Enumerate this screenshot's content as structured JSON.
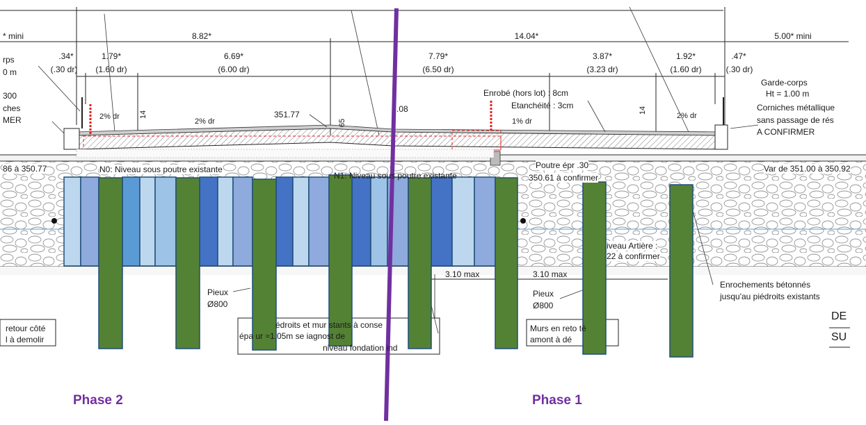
{
  "dimensions": {
    "top_left": "* mini",
    "left_span": "8.82*",
    "right_span": "14.04*",
    "top_right": "5.00* mini",
    "sub": [
      {
        "value": ".34*",
        "dr": "(.30 dr)"
      },
      {
        "value": "1.79*",
        "dr": "(1.60 dr)"
      },
      {
        "value": "6.69*",
        "dr": "(6.00 dr)"
      },
      {
        "value": "7.79*",
        "dr": "(6.50 dr)"
      },
      {
        "value": "3.87*",
        "dr": "(3.23 dr)"
      },
      {
        "value": "1.92*",
        "dr": "(1.60 dr)"
      },
      {
        "value": ".47*",
        "dr": "(.30 dr)"
      }
    ]
  },
  "labels": {
    "left_rps": "rps",
    "left_0m": "0 m",
    "left_300": "300",
    "left_ches": "ches",
    "left_mer": "MER",
    "slope_left_a": "2% dr",
    "slope_left_b": "2% dr",
    "dim_14_left": "14",
    "level_35177": "351.77",
    "dim_65": "65",
    "dim_08": ".08",
    "slope_right_a": "1% dr",
    "slope_right_b": "2% dr",
    "dim_14_right": "14",
    "enrobe": "Enrobé (hors lot) : 8cm",
    "etancheite": "Etanchéité : 3cm",
    "gc_title": "Garde-corps",
    "gc_ht": "Ht = 1.00 m",
    "corniches_1": "Corniches métallique",
    "corniches_2": "sans passage de rés",
    "corniches_3": "A CONFIRMER",
    "var_left": "86 à 350.77",
    "var_right": "Var de 351.00 à 350.92",
    "n0": "N0: Niveau sous poutre existante",
    "n1": "N1: Niveau sous poutre existante",
    "poutre_1": "Poutre épr .30",
    "poutre_2": "350.61 à confirmer",
    "niveau_1": "iveau Artière :",
    "niveau_2": "22 à confirmer",
    "dim_310_a": "3.10 max",
    "dim_310_b": "3.10 max",
    "pieux_l_1": "Pieux",
    "pieux_l_2": "Ø800",
    "pieux_r_1": "Pieux",
    "pieux_r_2": "Ø800",
    "enroch_1": "Enrochements bétonnés",
    "enroch_2": "jusqu'au piédroits existants",
    "retour_1": "retour côté",
    "retour_2": "l à demolir",
    "piedroits_1": "édroits et mur  stants à conse",
    "piedroits_2": "épa   ur ≈1.05m se   iagnost   de",
    "piedroits_3": "niveau fondation ind",
    "murs_1": "Murs en reto    té",
    "murs_2": "amont à dé",
    "de": "DE",
    "su": "SU"
  },
  "phases": {
    "left": "Phase 2",
    "right": "Phase 1"
  },
  "colors": {
    "phase": "#7030a0",
    "pile_green": "#548235",
    "blue_very_light": "#bdd7ee",
    "blue_light": "#9dc3e6",
    "blue_medium": "#8faadc",
    "blue_bright": "#5b9bd5",
    "blue_dark": "#4472c4",
    "deck_red": "#e02020"
  }
}
